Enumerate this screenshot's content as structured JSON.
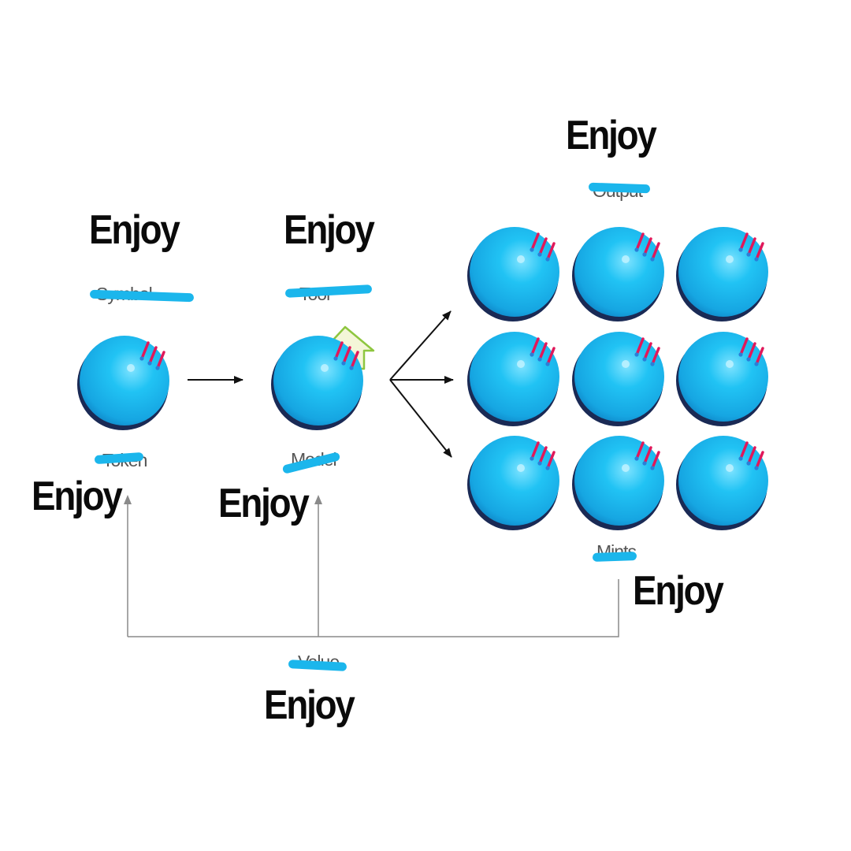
{
  "colors": {
    "sphere_light": "#7fe3ff",
    "sphere_main": "#18b4ec",
    "sphere_dark": "#0d7fc2",
    "sphere_shadow": "#1a2a55",
    "pin_color": "#e0185a",
    "pin_dot": "#2a7fd8",
    "highlight_marker": "#1bb6ec",
    "arrow_color": "#111111",
    "connector_color": "#8a8a8a",
    "upload_arrow_green": "#8ec63f",
    "upload_arrow_fill": "#f4f6d8"
  },
  "nodes": {
    "token": {
      "caption": "Enjoy",
      "label": "Token",
      "icon": "sphere-icon"
    },
    "symbol": {
      "label": "Symbol",
      "caption": "Enjoy"
    },
    "model": {
      "caption": "Enjoy",
      "label": "Model",
      "icon": "sphere-with-upload-arrow-icon"
    },
    "tool": {
      "label": "Tool",
      "caption": "Enjoy"
    },
    "output": {
      "caption": "Enjoy",
      "label": "Output",
      "icon": "sphere-grid-icon",
      "grid": {
        "rows": 3,
        "cols": 3
      }
    },
    "mints": {
      "label": "Mints",
      "caption": "Enjoy"
    },
    "value": {
      "label": "Value",
      "caption": "Enjoy"
    }
  },
  "edges": [
    {
      "from": "token",
      "to": "model",
      "style": "arrow"
    },
    {
      "from": "model",
      "to": "output",
      "style": "fan-out-arrows",
      "count": 3
    },
    {
      "from": "mints",
      "to": "token",
      "style": "connector-arrow"
    },
    {
      "from": "mints",
      "to": "model",
      "style": "connector-arrow"
    }
  ]
}
